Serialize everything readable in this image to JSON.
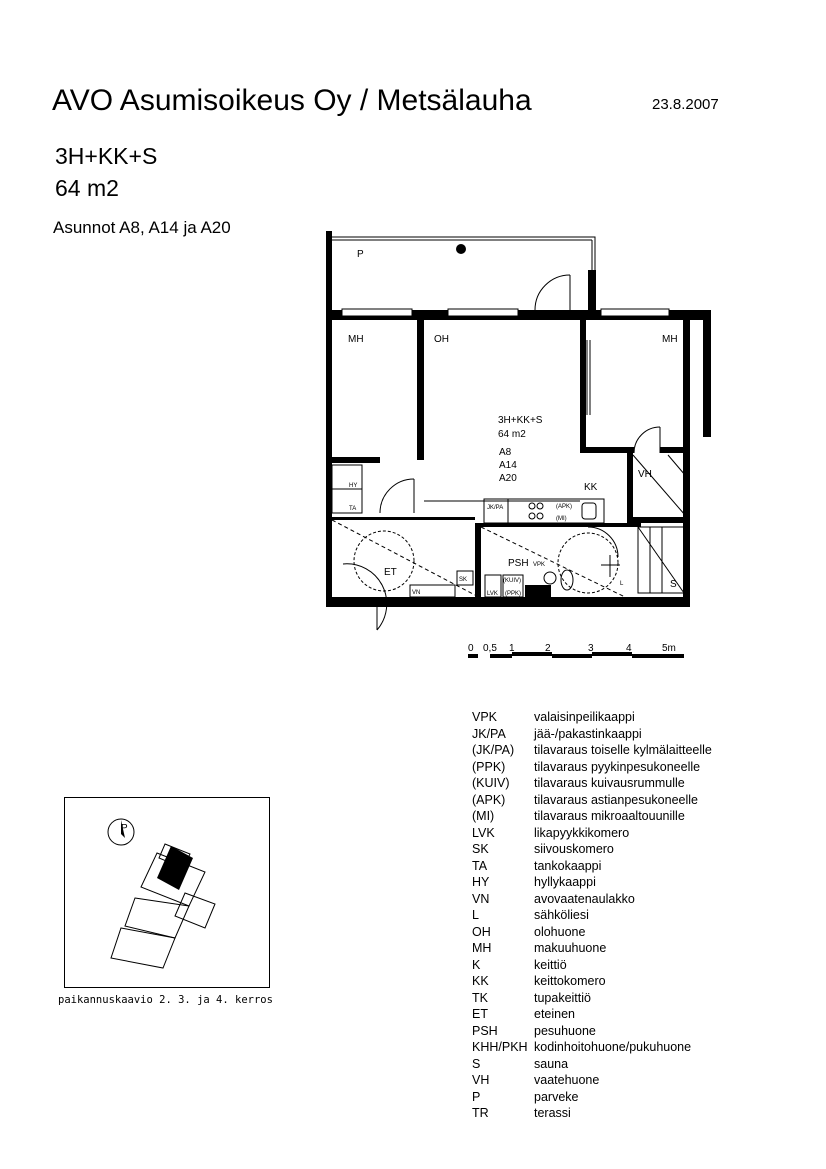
{
  "header": {
    "title": "AVO Asumisoikeus Oy / Metsälauha",
    "date": "23.8.2007",
    "apartment_type": "3H+KK+S",
    "apartment_area": "64 m2",
    "apartment_units": "Asunnot A8, A14 ja A20"
  },
  "plan": {
    "rooms": {
      "balcony": "P",
      "bedroom_left": "MH",
      "living_room": "OH",
      "bedroom_right": "MH",
      "center_type": "3H+KK+S",
      "center_area": "64 m2",
      "unit_a8": "A8",
      "unit_a14": "A14",
      "unit_a20": "A20",
      "kitchenette": "KK",
      "walk_in_closet": "VH",
      "entrance": "ET",
      "bathroom": "PSH",
      "sauna": "S"
    },
    "fixtures": {
      "shelf_cabinet": "HY",
      "rod_cabinet": "TA",
      "fridge_freezer": "JK/PA",
      "dishwasher": "(APK)",
      "microwave": "(MI)",
      "cleaning_closet": "SK",
      "open_wardrobe": "VN",
      "mirror_cabinet": "VPK",
      "dryer": "(KUIV)",
      "laundry_closet": "LVK",
      "washer": "(PPK)",
      "stove": "L"
    }
  },
  "scale_bar": {
    "labels": [
      "0",
      "0,5",
      "1",
      "2",
      "3",
      "4",
      "5m"
    ]
  },
  "legend": [
    {
      "abbr": "VPK",
      "desc": "valaisinpeilikaappi"
    },
    {
      "abbr": "JK/PA",
      "desc": "jää-/pakastinkaappi"
    },
    {
      "abbr": "(JK/PA)",
      "desc": "tilavaraus toiselle kylmälaitteelle"
    },
    {
      "abbr": "(PPK)",
      "desc": "tilavaraus pyykinpesukoneelle"
    },
    {
      "abbr": "(KUIV)",
      "desc": "tilavaraus kuivausrummulle"
    },
    {
      "abbr": "(APK)",
      "desc": "tilavaraus astianpesukoneelle"
    },
    {
      "abbr": "(MI)",
      "desc": "tilavaraus mikroaaltouunille"
    },
    {
      "abbr": "LVK",
      "desc": "likapyykkikomero"
    },
    {
      "abbr": "SK",
      "desc": "siivouskomero"
    },
    {
      "abbr": "TA",
      "desc": "tankokaappi"
    },
    {
      "abbr": "HY",
      "desc": "hyllykaappi"
    },
    {
      "abbr": "VN",
      "desc": "avovaatenaulakko"
    },
    {
      "abbr": "L",
      "desc": "sähköliesi"
    },
    {
      "abbr": "OH",
      "desc": "olohuone"
    },
    {
      "abbr": "MH",
      "desc": "makuuhuone"
    },
    {
      "abbr": "K",
      "desc": "keittiö"
    },
    {
      "abbr": "KK",
      "desc": "keittokomero"
    },
    {
      "abbr": "TK",
      "desc": "tupakeittiö"
    },
    {
      "abbr": "ET",
      "desc": "eteinen"
    },
    {
      "abbr": "PSH",
      "desc": "pesuhuone"
    },
    {
      "abbr": "KHH/PKH",
      "desc": "kodinhoitohuone/pukuhuone"
    },
    {
      "abbr": "S",
      "desc": "sauna"
    },
    {
      "abbr": "VH",
      "desc": "vaatehuone"
    },
    {
      "abbr": "P",
      "desc": "parveke"
    },
    {
      "abbr": "TR",
      "desc": "terassi"
    }
  ],
  "keymap": {
    "north_label": "P",
    "caption": "paikannuskaavio 2. 3. ja 4. kerros"
  }
}
